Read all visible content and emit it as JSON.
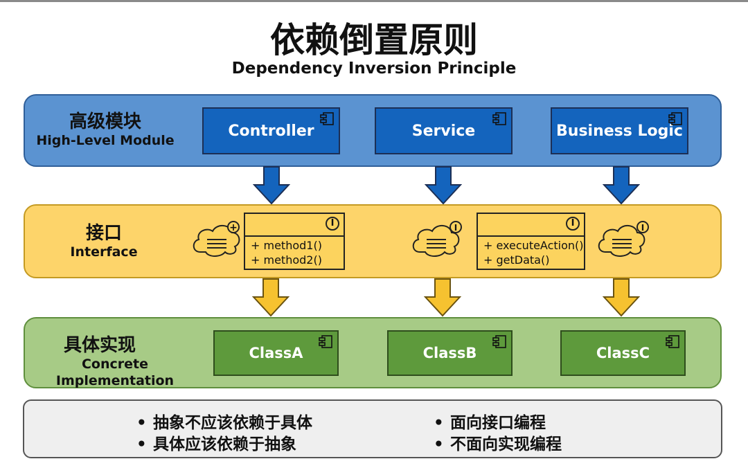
{
  "title": "依赖倒置原则",
  "subtitle": "Dependency Inversion Principle",
  "high_level": {
    "label_zh": "高级模块",
    "label_en": "High-Level Module",
    "components": [
      "Controller",
      "Service",
      "Business Logic"
    ]
  },
  "interface": {
    "label_zh": "接口",
    "label_en": "Interface",
    "marker": "I",
    "plus": "+",
    "interface_a": {
      "methods": [
        "+ method1()",
        "+ method2()"
      ]
    },
    "interface_b": {
      "methods": [
        "+ executeAction()",
        "+ getData()"
      ]
    }
  },
  "implementation": {
    "label_zh": "具体实现",
    "label_en": "Concrete Implementation",
    "classes": [
      "ClassA",
      "ClassB",
      "ClassC"
    ]
  },
  "notes": {
    "bullet": "•",
    "left": [
      "抽象不应该依赖于具体",
      "具体应该依赖于抽象"
    ],
    "right": [
      "面向接口编程",
      "不面向实现编程"
    ]
  },
  "colors": {
    "high_band": "#5b93d1",
    "high_box": "#1464bd",
    "interface_band": "#fdd46a",
    "impl_band": "#a7cb86",
    "impl_box": "#5e9a3c",
    "arrow_blue": "#1464bd",
    "arrow_yellow": "#f6c230"
  },
  "icons": [
    "component-icon",
    "interface-marker-icon",
    "cloud-icon",
    "down-arrow-icon"
  ]
}
